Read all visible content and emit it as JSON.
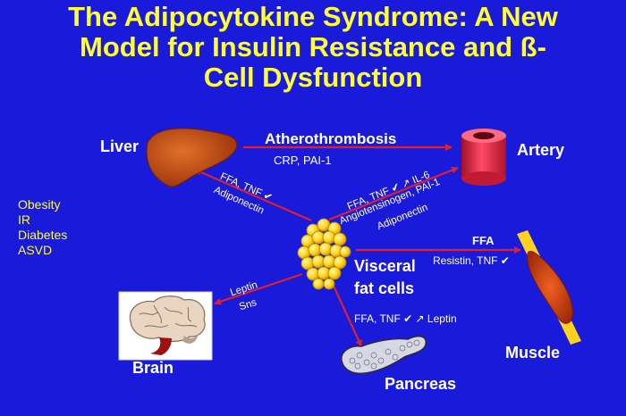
{
  "title": {
    "line1": "The Adipocytokine Syndrome: A New",
    "line2": "Model for Insulin Resistance and ß-",
    "line3": "Cell Dysfunction"
  },
  "organs": {
    "liver": "Liver",
    "artery": "Artery",
    "visceral_line1": "Visceral",
    "visceral_line2": "fat cells",
    "muscle": "Muscle",
    "brain": "Brain",
    "pancreas": "Pancreas"
  },
  "conditions": [
    "Obesity",
    "IR",
    "Diabetes",
    "ASVD"
  ],
  "arrow_labels": {
    "liver_to_artery_title": "Atherothrombosis",
    "liver_to_artery_sub": "CRP, PAI-1",
    "fat_to_liver_1": "FFA, TNF",
    "fat_to_liver_2": "Adiponectin",
    "fat_to_artery_1a": "FFA, TNF",
    "fat_to_artery_1b": "IL-6",
    "fat_to_artery_2": "Angiotensinogen, PAI-1",
    "fat_to_artery_3": "Adiponectin",
    "fat_to_muscle_title": "FFA",
    "fat_to_muscle_sub": "Resistin, TNF",
    "fat_to_brain_1": "Leptin",
    "fat_to_brain_2": "Sns",
    "fat_to_pancreas_a": "FFA, TNF",
    "fat_to_pancreas_b": "Leptin"
  },
  "colors": {
    "background": "#1a1adb",
    "title": "#ffff33",
    "arrow": "#e0202a",
    "liver": "#c84a10",
    "artery": "#e8203c",
    "fat": "#ffd21e",
    "muscle": "#d84010"
  },
  "icons": [
    "liver-icon",
    "artery-icon",
    "fat-cells-icon",
    "muscle-icon",
    "brain-icon",
    "pancreas-icon"
  ]
}
